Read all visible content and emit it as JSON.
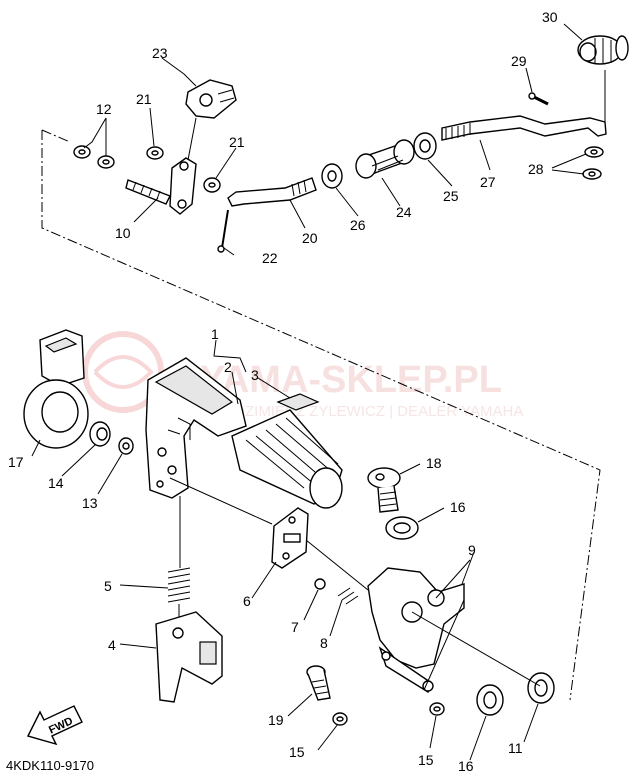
{
  "diagram_code": "4KDK110-9170",
  "watermark": {
    "title": "YAMA-SKLEP.PL",
    "subtitle": "WŁODZIMIERZ ŻYLEWICZ | DEALER YAMAHA"
  },
  "fwd_label": "FWD",
  "callouts": {
    "c1": "1",
    "c2": "2",
    "c3": "3",
    "c4": "4",
    "c5": "5",
    "c6": "6",
    "c7": "7",
    "c8": "8",
    "c9": "9",
    "c10": "10",
    "c11": "11",
    "c12": "12",
    "c13": "13",
    "c14": "14",
    "c15a": "15",
    "c15b": "15",
    "c16a": "16",
    "c16b": "16",
    "c17": "17",
    "c18": "18",
    "c19": "19",
    "c20": "20",
    "c21a": "21",
    "c21b": "21",
    "c22": "22",
    "c23": "23",
    "c24": "24",
    "c25": "25",
    "c26": "26",
    "c27": "27",
    "c28": "28",
    "c29": "29",
    "c30": "30"
  },
  "colors": {
    "ink": "#000000",
    "watermark": "#f2c8c8",
    "watermark_text": "#f0d0d0"
  }
}
